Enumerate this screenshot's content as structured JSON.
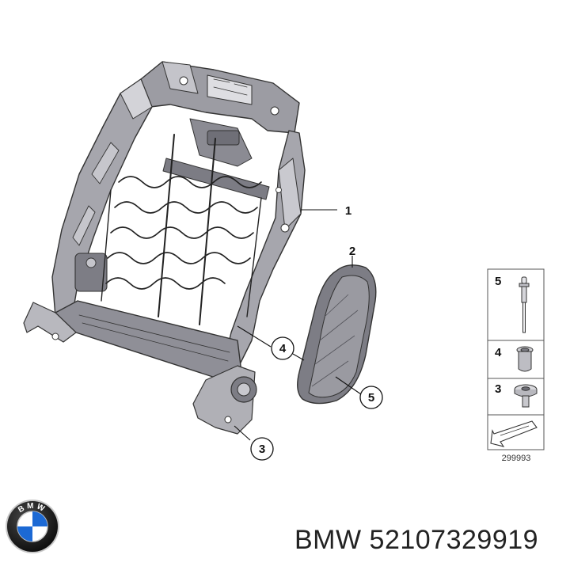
{
  "callouts": {
    "c1": "1",
    "c2": "2",
    "c3": "3",
    "c4": "4",
    "c5": "5"
  },
  "legend": {
    "items": [
      "5",
      "4",
      "3"
    ],
    "ref_code": "299993"
  },
  "logo": {
    "icon": "bmw-roundel-icon",
    "letters": "BMW",
    "colors": {
      "blue": "#1c69d4",
      "ring": "#111111",
      "silver": "#c8c8c8"
    }
  },
  "caption": {
    "brand": "BMW",
    "part_number": "52107329919"
  }
}
